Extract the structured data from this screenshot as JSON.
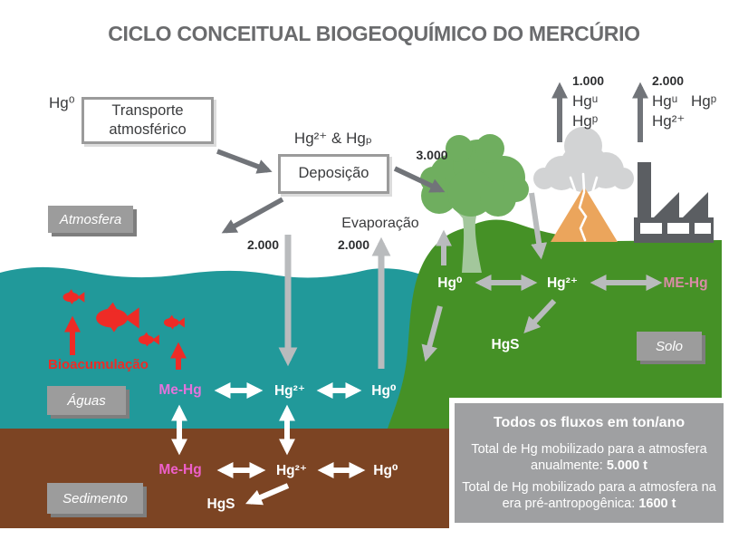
{
  "title": "CICLO CONCEITUAL BIOGEOQUÍMICO DO MERCÚRIO",
  "atmosphere": {
    "badge": "Atmosfera",
    "hg0": "Hg⁰",
    "transport_box": "Transporte\natmosférico",
    "species": "Hg²⁺ & Hgₚ",
    "deposition_box": "Deposição",
    "flux_to_forest": "3.000",
    "flux_to_water": "2.000",
    "evaporation_label": "Evaporação",
    "evaporation_flux": "2.000"
  },
  "emissions": {
    "volcano": {
      "flux": "1.000",
      "species1": "Hgᵘ",
      "species2": "Hgᵖ"
    },
    "industry": {
      "flux": "2.000",
      "species1": "Hgᵘ",
      "species2": "Hgᵖ",
      "species3": "Hg²⁺"
    }
  },
  "soil": {
    "badge": "Solo",
    "hg0": "Hg⁰",
    "hg2": "Hg²⁺",
    "mehg": "ME-Hg",
    "hgs": "HgS"
  },
  "water": {
    "badge": "Águas",
    "bioaccumulation": "Bioacumulação",
    "mehg": "Me-Hg",
    "hg2": "Hg²⁺",
    "hg0": "Hg⁰"
  },
  "sediment": {
    "badge": "Sedimento",
    "mehg": "Me-Hg",
    "hg2": "Hg²⁺",
    "hg0": "Hg⁰",
    "hgs": "HgS"
  },
  "legend": {
    "title": "Todos os fluxos em ton/ano",
    "line1": "Total de Hg mobilizado para a atmosfera anualmente: ",
    "line1_value": "5.000 t",
    "line2": "Total de Hg mobilizado para a atmosfera na era pré-antropogênica: ",
    "line2_value": "1600 t"
  },
  "colors": {
    "water": "#21999A",
    "land": "#459126",
    "sediment": "#7C4423",
    "fish_red": "#EE2B26",
    "volcano_orange": "#EBA55C",
    "cloud_gray": "#D2D3D4",
    "factory_gray": "#5B5E62",
    "dark_arrow": "#717479",
    "light_arrow": "#B9BBBD",
    "badge_gray": "#9C9C9C",
    "legend_gray": "#9FA0A2",
    "mehg_water": "#E473DC",
    "mehg_sediment": "#EE5FC9",
    "mehg_soil": "#D98CA6",
    "title_gray": "#6A6B6D",
    "tree_green": "#6FAE5F",
    "trunk_green": "#A3C79C"
  }
}
